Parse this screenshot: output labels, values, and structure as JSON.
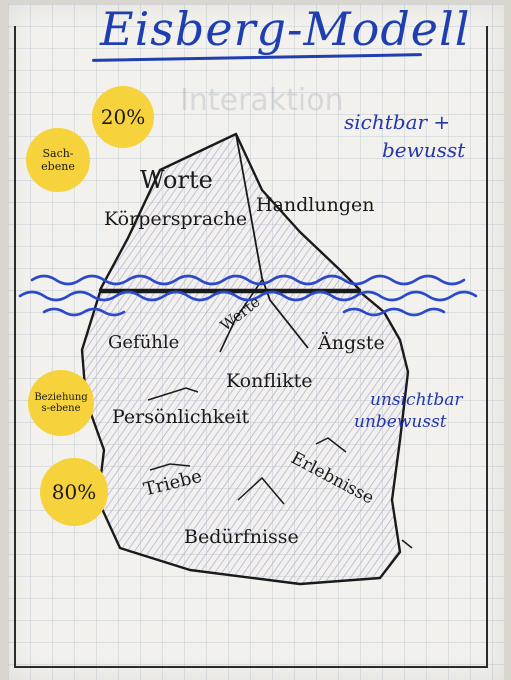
{
  "title": "Eisberg-Modell",
  "faint_text": "Interaktion",
  "circles": {
    "top_percent": "20%",
    "sach": "Sach-ebene",
    "beziehung": "Beziehungs-ebene",
    "bottom_percent": "80%"
  },
  "visible_label_1": "sichtbar +",
  "visible_label_2": "bewusst",
  "invisible_label_1": "unsichtbar",
  "invisible_label_2": "unbewusst",
  "above_water": {
    "worte": "Worte",
    "koerpersprache": "Körpersprache",
    "handlungen": "Handlungen"
  },
  "below_water": {
    "gefuehle": "Gefühle",
    "werte": "Werte",
    "aengste": "Ängste",
    "konflikte": "Konflikte",
    "persoenlichkeit": "Persönlichkeit",
    "triebe": "Triebe",
    "erlebnisse": "Erlebnisse",
    "beduerfnisse": "Bedürfnisse"
  },
  "colors": {
    "title_blue": "#1f3fb0",
    "water_blue": "#2c49c9",
    "circle_yellow": "#f6d23c",
    "ink": "#1a1a1a"
  }
}
